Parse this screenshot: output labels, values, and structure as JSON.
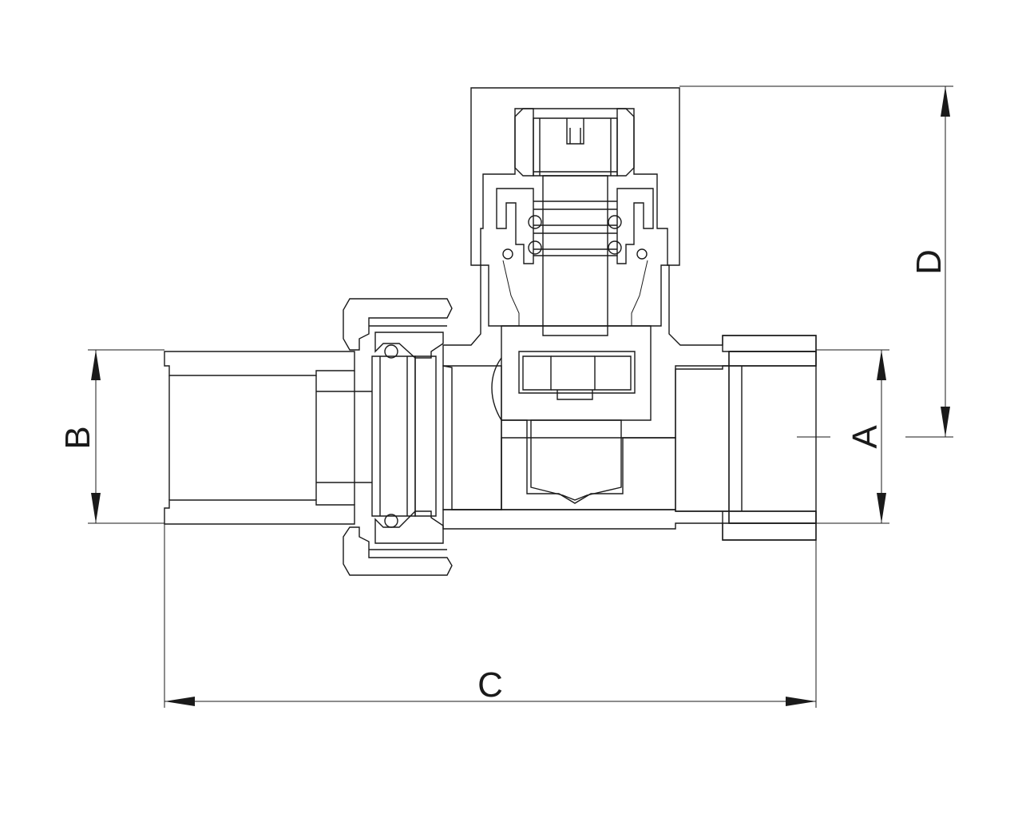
{
  "dimension_labels": {
    "a": "A",
    "b": "B",
    "c": "C",
    "d": "D"
  }
}
